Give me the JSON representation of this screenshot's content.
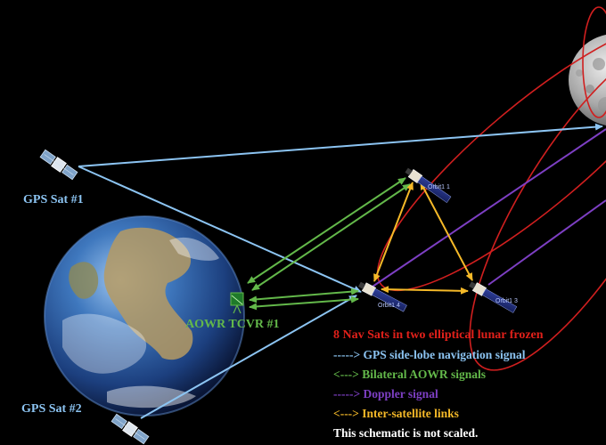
{
  "colors": {
    "gps_signal": "#8cc4f2",
    "aowr_signal": "#63b84a",
    "doppler_signal": "#7d3fc3",
    "intersat_link": "#f5b928",
    "orbit": "#d01f1f",
    "legend_title": "#e0201a",
    "note": "#ffffff"
  },
  "labels": {
    "gps_sat_1": "GPS Sat #1",
    "gps_sat_2": "GPS Sat #2",
    "aowr_tcvr": "AOWR TCVR #1",
    "orbit_tags": [
      "Orbit1 1",
      "Orbit1 4",
      "Orbit1 3"
    ]
  },
  "legend": {
    "title": "8 Nav Sats in two elliptical lunar frozen",
    "gps": "-----> GPS side-lobe navigation signal",
    "aowr": "<---> Bilateral AOWR signals",
    "doppler": "-----> Doppler signal",
    "intersat": "<---> Inter-satellite links",
    "note": "This schematic is not scaled."
  }
}
